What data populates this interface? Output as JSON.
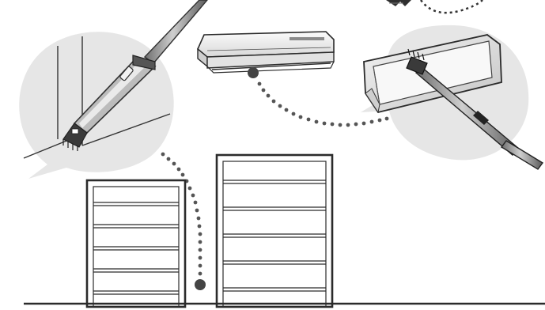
{
  "illustration": {
    "subject": "vacuum-crevice-tool-cleaning-uses",
    "palette": {
      "line": "#2b2b2b",
      "bubble_fill": "#e6e6e6",
      "tool_dark": "#3a3a3a",
      "tool_mid": "#8a8a8a",
      "tool_light": "#d0d0d0",
      "unit_fill": "#f2f2f2",
      "dots": "#555555"
    },
    "panels": [
      {
        "id": "corner-wall",
        "icon": "crevice-tool-wall-corner"
      },
      {
        "id": "air-conditioner",
        "icon": "crevice-tool-air-conditioner"
      },
      {
        "id": "top-right-partial",
        "icon": "crevice-tool-partial"
      }
    ],
    "objects": [
      {
        "id": "indoor-ac-unit",
        "icon": "air-conditioner-indoor-unit"
      },
      {
        "id": "short-cabinet",
        "icon": "drawer-cabinet",
        "drawers": 5
      },
      {
        "id": "tall-cabinet",
        "icon": "drawer-cabinet",
        "drawers": 5
      }
    ]
  }
}
